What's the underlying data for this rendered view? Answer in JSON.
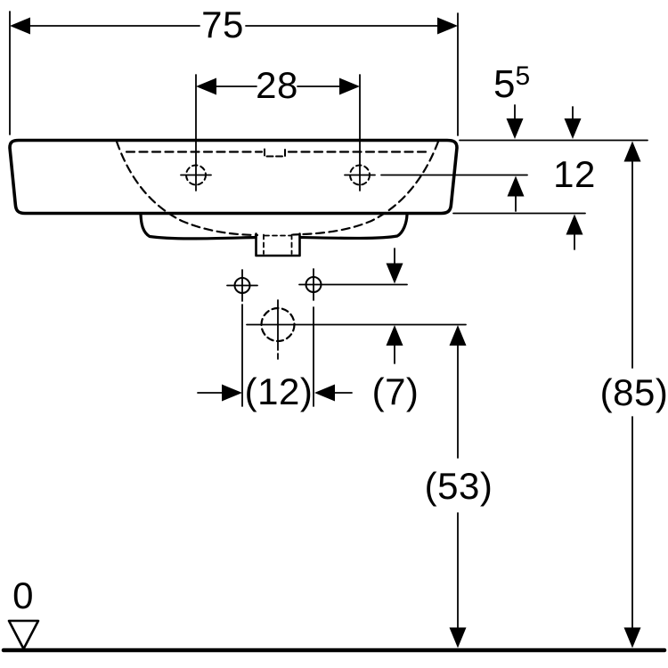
{
  "drawing": {
    "colors": {
      "line": "#000000",
      "background": "#ffffff"
    },
    "labels": {
      "overall_width": "75",
      "tap_hole_spacing": "28",
      "rim_edge_main": "5",
      "rim_edge_sup": "5",
      "basin_height": "12",
      "fixing_hole_spacing": "(12)",
      "fixing_to_outlet": "(7)",
      "outlet_height": "(53)",
      "rim_top_height": "(85)",
      "floor_datum": "0"
    }
  }
}
